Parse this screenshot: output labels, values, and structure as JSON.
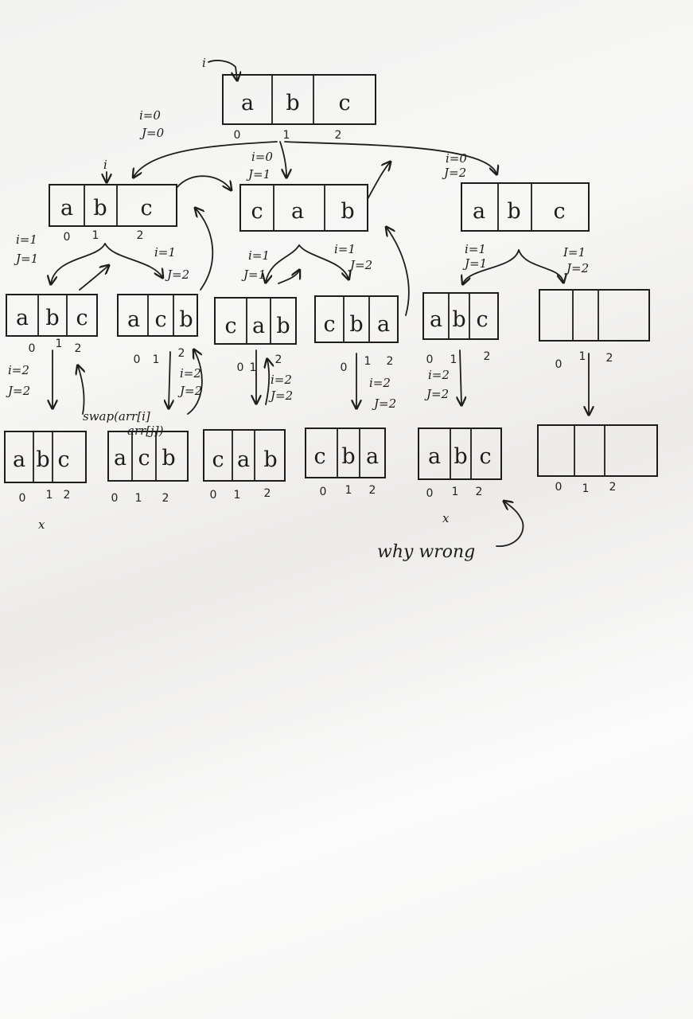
{
  "root": {
    "pointer_label": "i",
    "loop_note": [
      "i=0",
      "J=0"
    ],
    "cells": [
      "a",
      "b",
      "c"
    ],
    "indices": [
      "0",
      "1",
      "2"
    ]
  },
  "level1": [
    {
      "pointer_label": "i",
      "loop_note": [],
      "cells": [
        "a",
        "b",
        "c"
      ],
      "indices": [
        "0",
        "1",
        "2"
      ]
    },
    {
      "pointer_label": "",
      "loop_note": [
        "i=0",
        "J=1"
      ],
      "cells": [
        "c",
        "a",
        "b"
      ],
      "indices": []
    },
    {
      "pointer_label": "",
      "loop_note": [
        "i=0",
        "J=2"
      ],
      "cells": [
        "a",
        "b",
        "c"
      ],
      "indices": []
    }
  ],
  "level1_branch_notes": [
    [
      "i=1",
      "J=1"
    ],
    [
      "i=1",
      "J=2"
    ],
    [
      "i=1",
      "J=1"
    ],
    [
      "i=1",
      "J=2"
    ],
    [
      "i=1",
      "J=1"
    ],
    [
      "I=1",
      "J=2"
    ]
  ],
  "level2": [
    {
      "cells": [
        "a",
        "b",
        "c"
      ],
      "indices": [
        "0",
        "1",
        "2"
      ],
      "note": [
        "i=2",
        "J=2"
      ]
    },
    {
      "cells": [
        "a",
        "c",
        "b"
      ],
      "indices": [
        "0",
        "1",
        "2"
      ],
      "note": [
        "i=2",
        "J=2"
      ]
    },
    {
      "cells": [
        "c",
        "a",
        "b"
      ],
      "indices": [
        "0",
        "1",
        "2"
      ],
      "note": [
        "i=2",
        "J=2"
      ]
    },
    {
      "cells": [
        "c",
        "b",
        "a"
      ],
      "indices": [
        "0",
        "1",
        "2"
      ],
      "note": [
        "i=2",
        "J=2"
      ]
    },
    {
      "cells": [
        "a",
        "b",
        "c"
      ],
      "indices": [
        "0",
        "1",
        "2"
      ],
      "note": [
        "i=2",
        "J=2"
      ]
    },
    {
      "cells": [
        "",
        "",
        ""
      ],
      "indices": [
        "0",
        "1",
        "2"
      ],
      "note": []
    }
  ],
  "swap_note": [
    "swap(arr[i]",
    "arr[j])"
  ],
  "level3": [
    {
      "cells": [
        "a",
        "b",
        "c"
      ],
      "indices": [
        "0",
        "1",
        "2"
      ],
      "mark": "x"
    },
    {
      "cells": [
        "a",
        "c",
        "b"
      ],
      "indices": [
        "0",
        "1",
        "2"
      ],
      "mark": ""
    },
    {
      "cells": [
        "c",
        "a",
        "b"
      ],
      "indices": [
        "0",
        "1",
        "2"
      ],
      "mark": ""
    },
    {
      "cells": [
        "c",
        "b",
        "a"
      ],
      "indices": [
        "0",
        "1",
        "2"
      ],
      "mark": ""
    },
    {
      "cells": [
        "a",
        "b",
        "c"
      ],
      "indices": [
        "0",
        "1",
        "2"
      ],
      "mark": "x"
    },
    {
      "cells": [
        "",
        "",
        ""
      ],
      "indices": [
        "0",
        "1",
        "2"
      ],
      "mark": ""
    }
  ],
  "question": "why wrong",
  "colors": {
    "ink": "#1d1d1d",
    "paper": "#f4f4f3"
  }
}
